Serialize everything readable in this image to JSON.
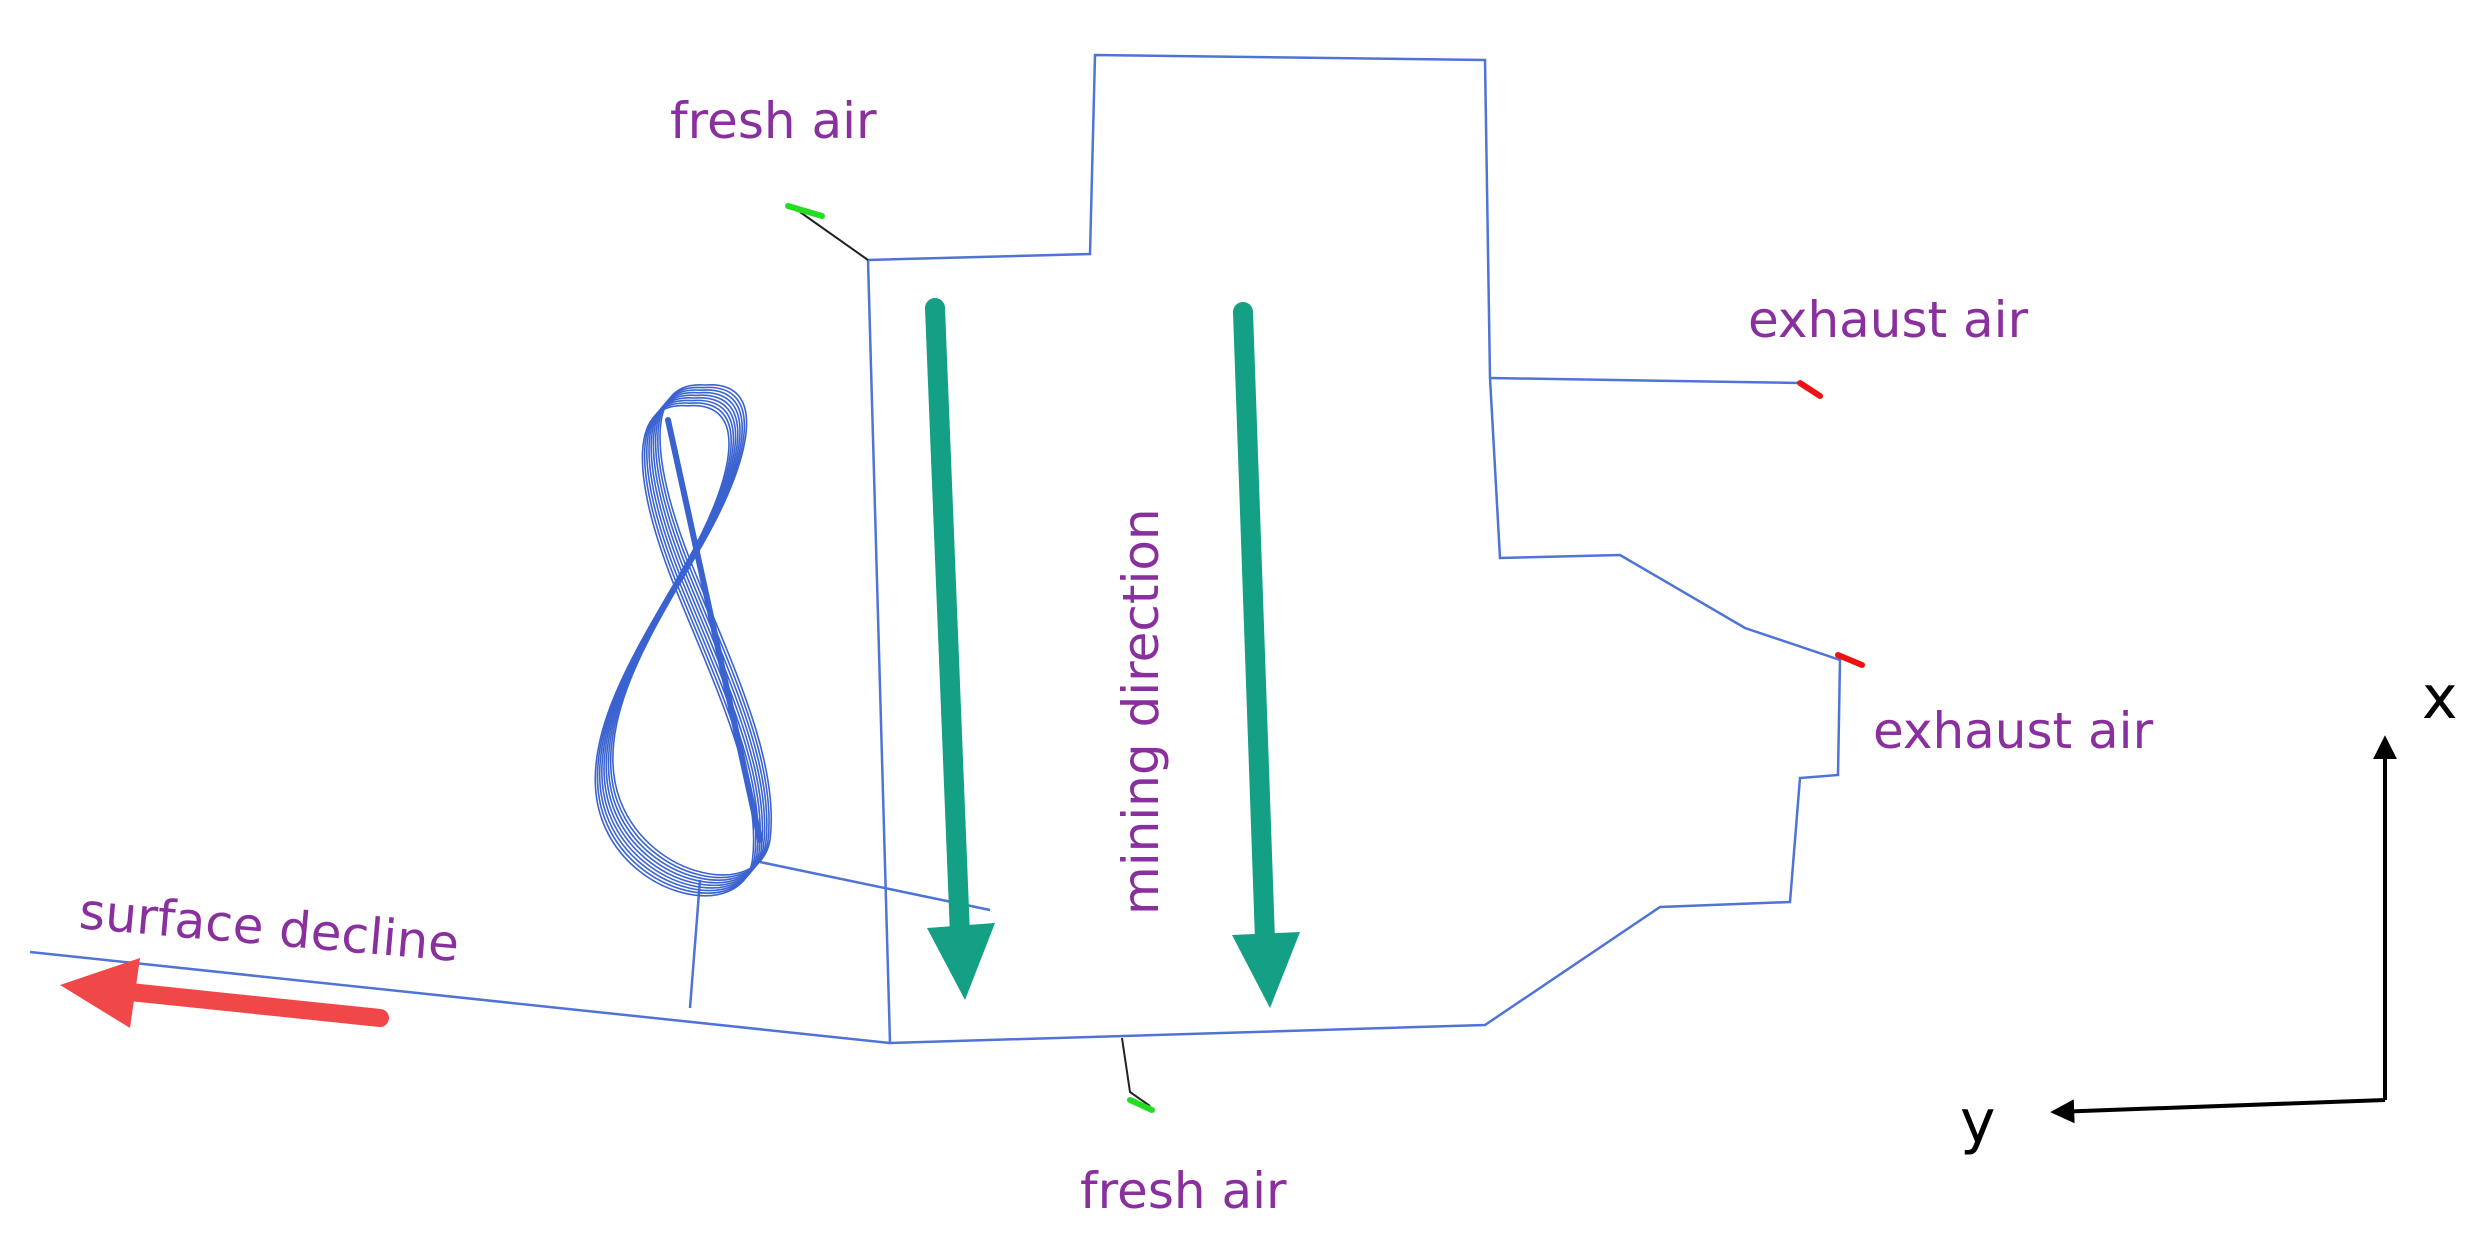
{
  "labels": {
    "fresh_air_top": "fresh air",
    "fresh_air_bottom": "fresh air",
    "exhaust_air_upper": "exhaust air",
    "exhaust_air_lower": "exhaust air",
    "mining_direction": "mining direction",
    "surface_decline": "surface decline",
    "axis_x": "x",
    "axis_y": "y"
  },
  "colors": {
    "outline": "#4f74d6",
    "helix": "#3a63d0",
    "label": "#8a2f9e",
    "mining_arrow": "#13a085",
    "decline_arrow": "#f04848",
    "fresh_air_marker": "#22dd22",
    "exhaust_air_marker": "#ee1111",
    "axis": "#000000"
  }
}
